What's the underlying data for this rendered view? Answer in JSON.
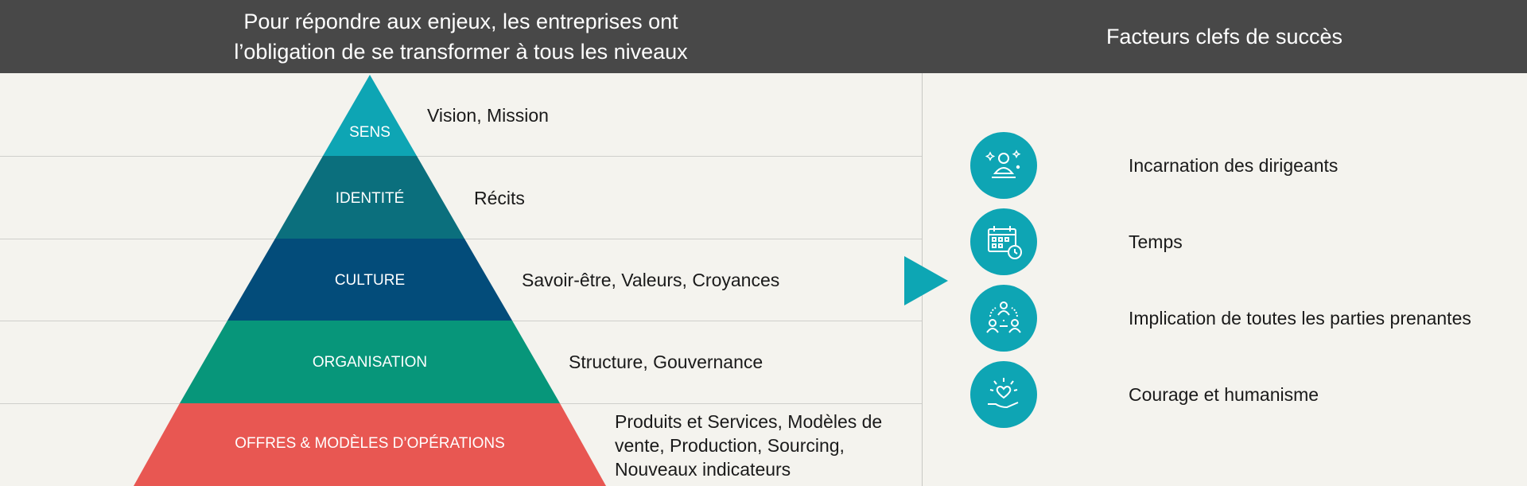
{
  "header": {
    "left_line1": "Pour répondre aux enjeux, les entreprises ont",
    "left_line2": "l’obligation de se transformer à tous les niveaux",
    "right_title": "Facteurs clefs de succès"
  },
  "pyramid": {
    "levels": [
      {
        "label": "SENS",
        "description": "Vision, Mission",
        "color": "#0ea5b4"
      },
      {
        "label": "IDENTITÉ",
        "description": "Récits",
        "color": "#0b6f7d"
      },
      {
        "label": "CULTURE",
        "description": "Savoir-être, Valeurs, Croyances",
        "color": "#034c7a"
      },
      {
        "label": "ORGANISATION",
        "description": "Structure, Gouvernance",
        "color": "#07967a"
      },
      {
        "label": "OFFRES & MODÈLES D’OPÉRATIONS",
        "description_lines": [
          "Produits et Services, Modèles de",
          "vente, Production, Sourcing,",
          "Nouveaux indicateurs"
        ],
        "color": "#e85752"
      }
    ]
  },
  "factors": [
    {
      "label": "Incarnation des dirigeants",
      "icon": "leader-icon"
    },
    {
      "label": "Temps",
      "icon": "calendar-clock-icon"
    },
    {
      "label": "Implication de toutes les parties prenantes",
      "icon": "stakeholders-icon"
    },
    {
      "label": "Courage et humanisme",
      "icon": "heart-hand-icon"
    }
  ],
  "colors": {
    "header_bg": "#484848",
    "accent": "#0ea5b4",
    "background": "#f4f3ee"
  }
}
